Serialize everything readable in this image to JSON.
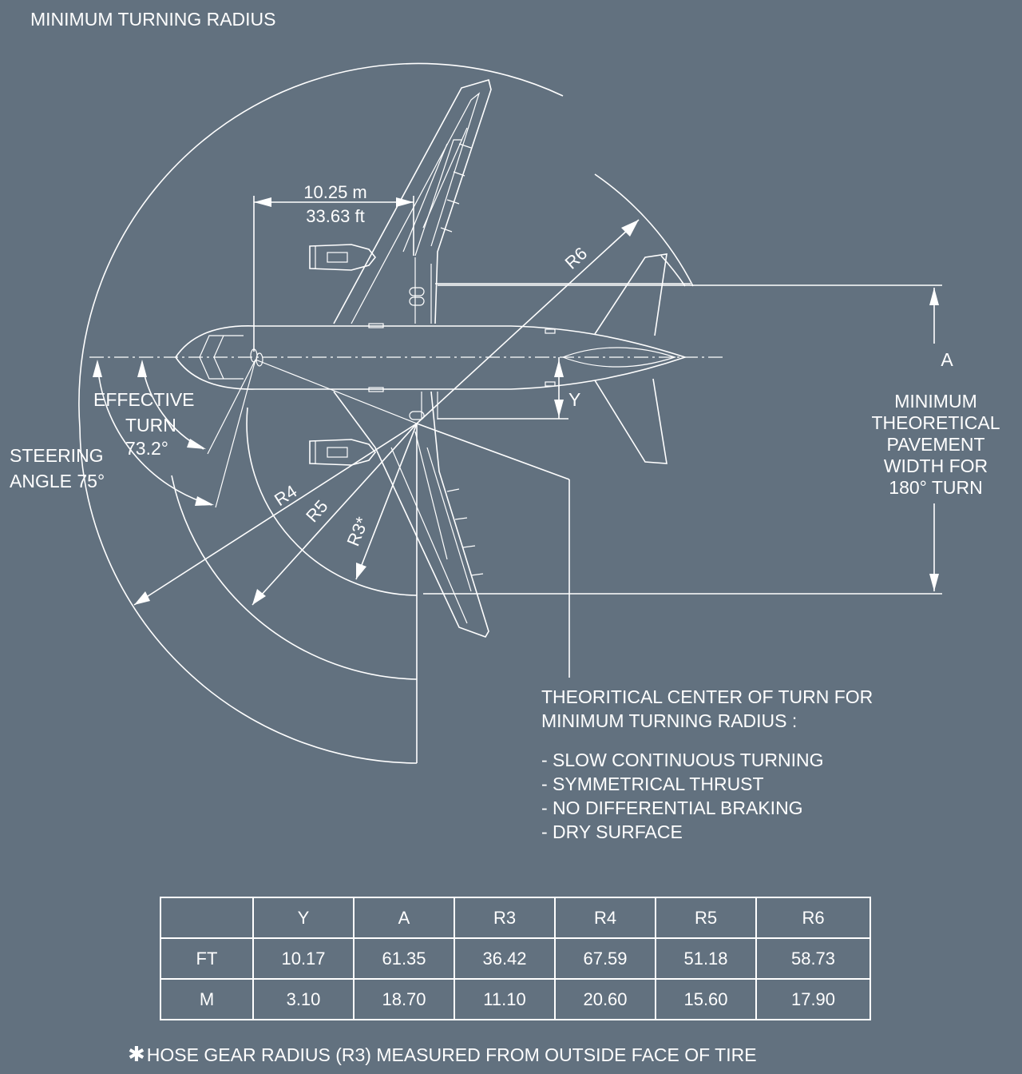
{
  "title": "MINIMUM TURNING RADIUS",
  "dimension": {
    "metric": "10.25 m",
    "imperial": "33.63 ft"
  },
  "radius_labels": {
    "r6": "R6",
    "r5": "R5",
    "r4": "R4",
    "r3": "R3*"
  },
  "steering": {
    "line1": "STEERING",
    "line2": "ANGLE 75°"
  },
  "effective_turn": {
    "line1": "EFFECTIVE",
    "line2": "TURN",
    "line3": "73.2°"
  },
  "offset_label": "Y",
  "pavement": {
    "letter": "A",
    "lines": [
      "MINIMUM",
      "THEORETICAL",
      "PAVEMENT",
      "WIDTH FOR",
      "180° TURN"
    ]
  },
  "center_note": {
    "lines": [
      "THEORITICAL CENTER OF TURN FOR",
      "MINIMUM TURNING RADIUS :"
    ],
    "conditions": [
      "- SLOW CONTINUOUS TURNING",
      "- SYMMETRICAL THRUST",
      "- NO DIFFERENTIAL BRAKING",
      "- DRY SURFACE"
    ]
  },
  "table": {
    "headers": [
      "",
      "Y",
      "A",
      "R3",
      "R4",
      "R5",
      "R6"
    ],
    "rows": [
      [
        "FT",
        "10.17",
        "61.35",
        "36.42",
        "67.59",
        "51.18",
        "58.73"
      ],
      [
        "M",
        "3.10",
        "18.70",
        "11.10",
        "20.60",
        "15.60",
        "17.90"
      ]
    ]
  },
  "footnote": "HOSE GEAR RADIUS (R3) MEASURED FROM OUTSIDE FACE OF TIRE",
  "colors": {
    "background": "#62717f",
    "lines": "#ffffff"
  }
}
